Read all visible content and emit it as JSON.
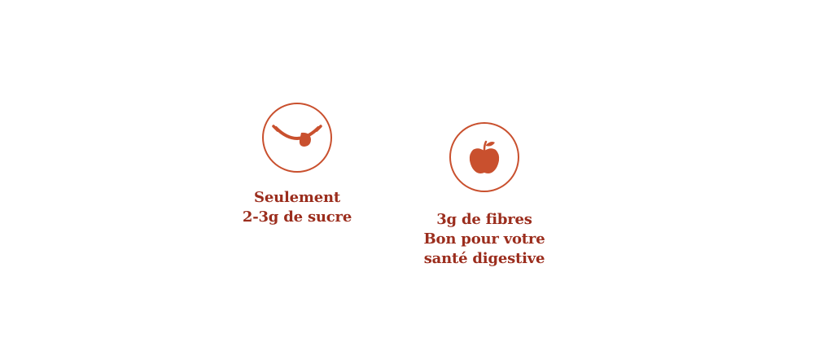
{
  "accent_color": "#c9502e",
  "text_color": "#9b2d1d",
  "features": [
    {
      "icon": "smile-tongue-icon",
      "lines": [
        "Seulement",
        "2-3g de sucre"
      ]
    },
    {
      "icon": "apple-icon",
      "lines": [
        "3g de fibres",
        "Bon pour votre",
        "santé digestive"
      ]
    }
  ]
}
